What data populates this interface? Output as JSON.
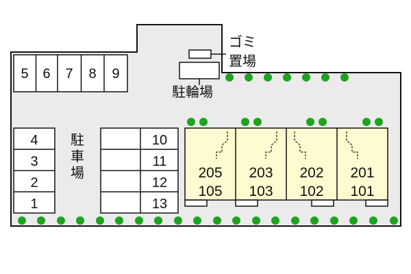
{
  "colors": {
    "ground": "#ebebeb",
    "building": "#fffbd0",
    "tree": "#1ea31e",
    "line": "#111111",
    "background": "#ffffff"
  },
  "garbage_area": {
    "line1": "ゴミ",
    "line2": "置場"
  },
  "bicycle_parking": {
    "label": "駐輪場"
  },
  "car_parking": {
    "label_chars": [
      "駐",
      "車",
      "場"
    ]
  },
  "parking_top": [
    "5",
    "6",
    "7",
    "8",
    "9"
  ],
  "parking_left": [
    "4",
    "3",
    "2",
    "1"
  ],
  "parking_right": [
    "10",
    "11",
    "12",
    "13"
  ],
  "units": [
    {
      "upper": "205",
      "lower": "105"
    },
    {
      "upper": "203",
      "lower": "103"
    },
    {
      "upper": "202",
      "lower": "102"
    },
    {
      "upper": "201",
      "lower": "101"
    }
  ]
}
